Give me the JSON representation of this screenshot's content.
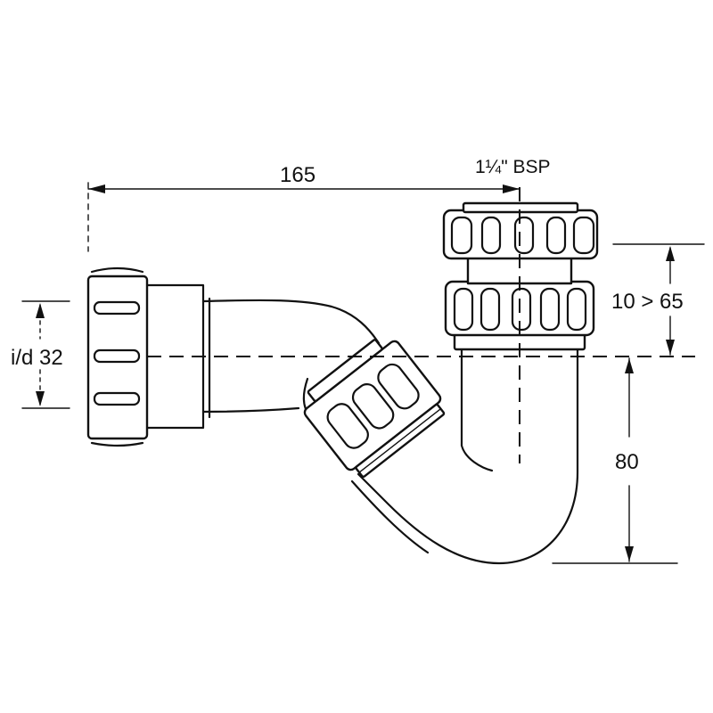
{
  "dimensions": {
    "length": "165",
    "thread": "1¼\" BSP",
    "adjust": "10 > 65",
    "inlet": "i/d 32",
    "height": "80"
  }
}
